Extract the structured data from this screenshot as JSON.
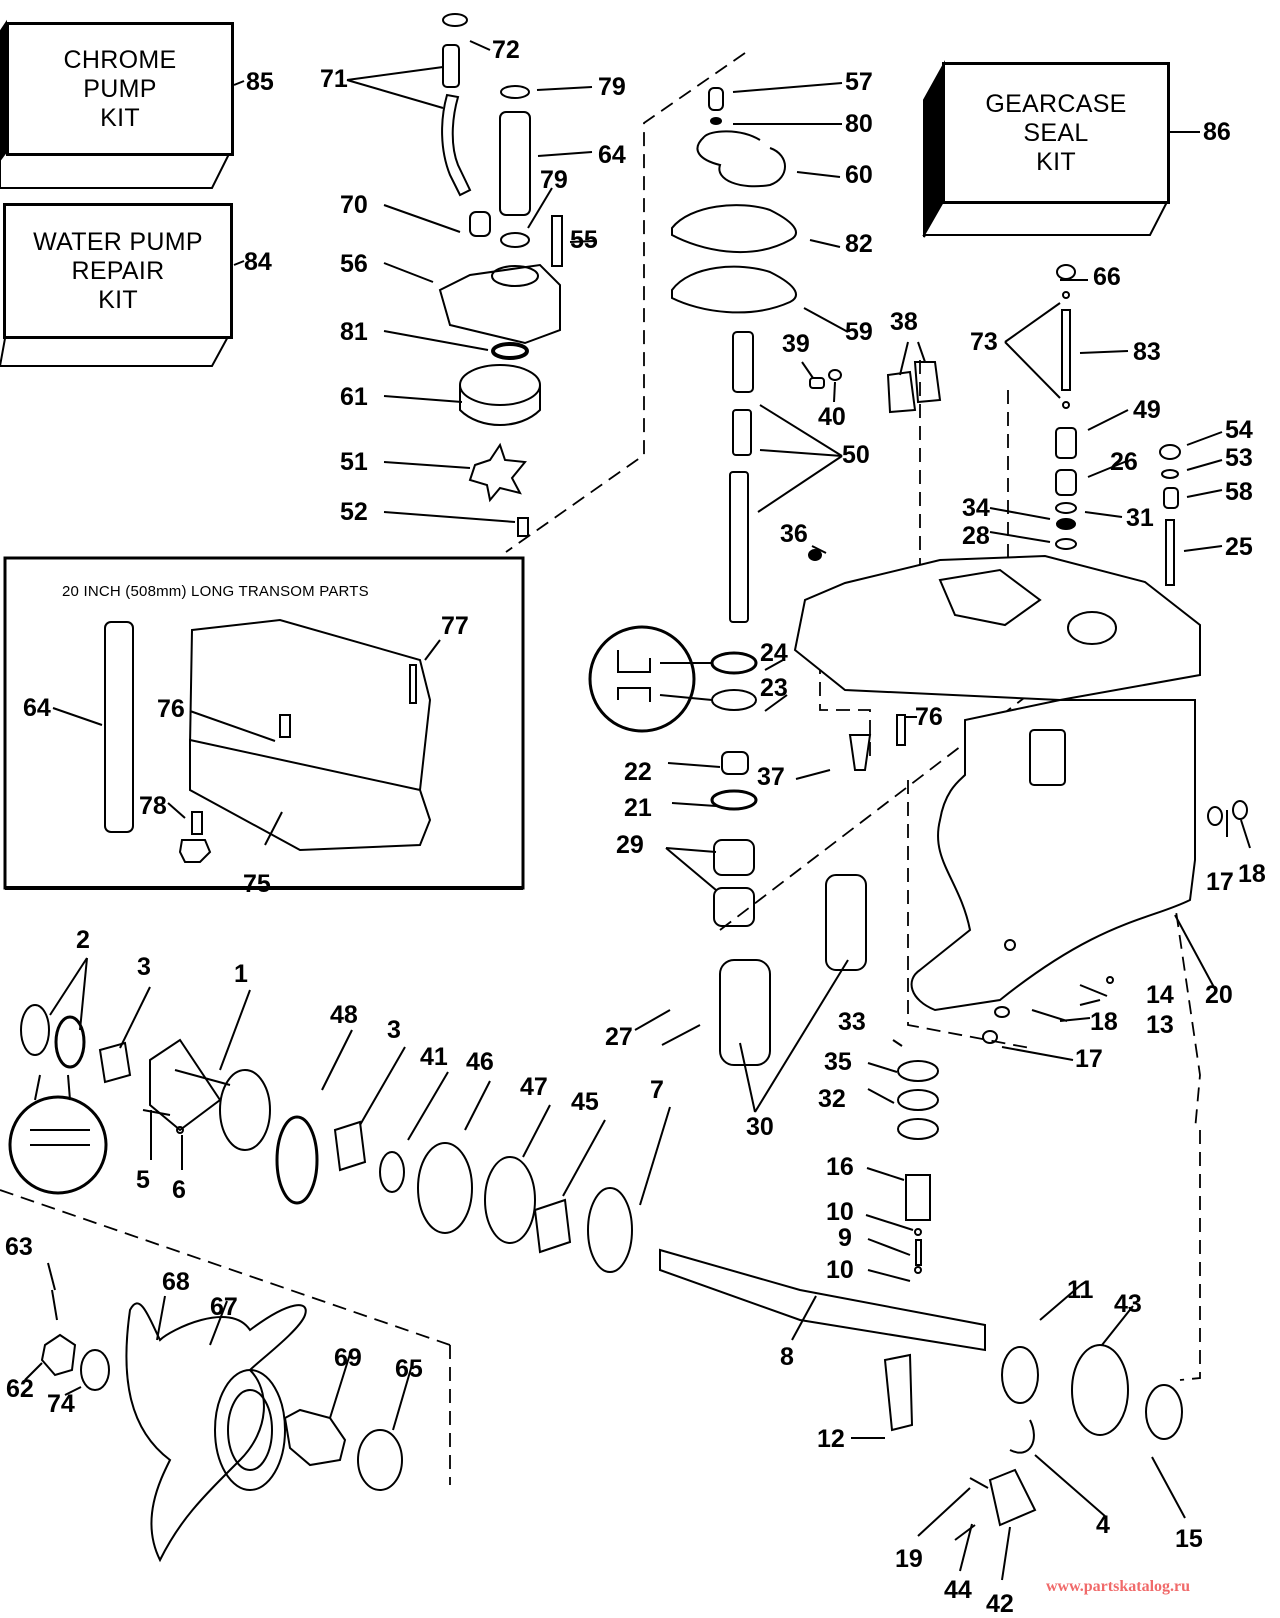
{
  "kits": [
    {
      "id": "chrome-pump-kit",
      "lines": [
        "CHROME",
        "PUMP",
        "KIT"
      ],
      "ref": "85"
    },
    {
      "id": "water-pump-repair-kit",
      "lines": [
        "WATER PUMP",
        "REPAIR",
        "KIT"
      ],
      "ref": "84"
    },
    {
      "id": "gearcase-seal-kit",
      "lines": [
        "GEARCASE",
        "SEAL",
        "KIT"
      ],
      "ref": "86"
    }
  ],
  "inset": {
    "title": "20 INCH (508mm) LONG TRANSOM PARTS",
    "callouts": [
      "64",
      "76",
      "77",
      "78",
      "75"
    ]
  },
  "callouts": {
    "water_pump": [
      "72",
      "71",
      "79",
      "64",
      "79",
      "70",
      "55",
      "56",
      "81",
      "61",
      "51",
      "52"
    ],
    "upper_center": [
      "57",
      "80",
      "60",
      "82",
      "59",
      "39",
      "40",
      "38",
      "50",
      "36"
    ],
    "upper_right": [
      "66",
      "73",
      "83",
      "49",
      "54",
      "53",
      "26",
      "58",
      "34",
      "31",
      "28",
      "25"
    ],
    "gearcase": [
      "24",
      "23",
      "76",
      "22",
      "37",
      "21",
      "29",
      "17",
      "18",
      "30",
      "27",
      "33",
      "35",
      "32",
      "16",
      "10",
      "9",
      "10",
      "14",
      "13",
      "18",
      "17",
      "20"
    ],
    "prop_shaft": [
      "2",
      "3",
      "1",
      "48",
      "3",
      "41",
      "46",
      "47",
      "45",
      "7",
      "5",
      "6",
      "8",
      "11",
      "43",
      "12",
      "4",
      "15",
      "19",
      "44",
      "42"
    ],
    "propeller": [
      "63",
      "68",
      "67",
      "69",
      "65",
      "62",
      "74"
    ]
  },
  "watermark": {
    "text": "www.partskatalog.ru",
    "color": "#f06a6a"
  },
  "colors": {
    "ink": "#000000",
    "paper": "#ffffff"
  }
}
